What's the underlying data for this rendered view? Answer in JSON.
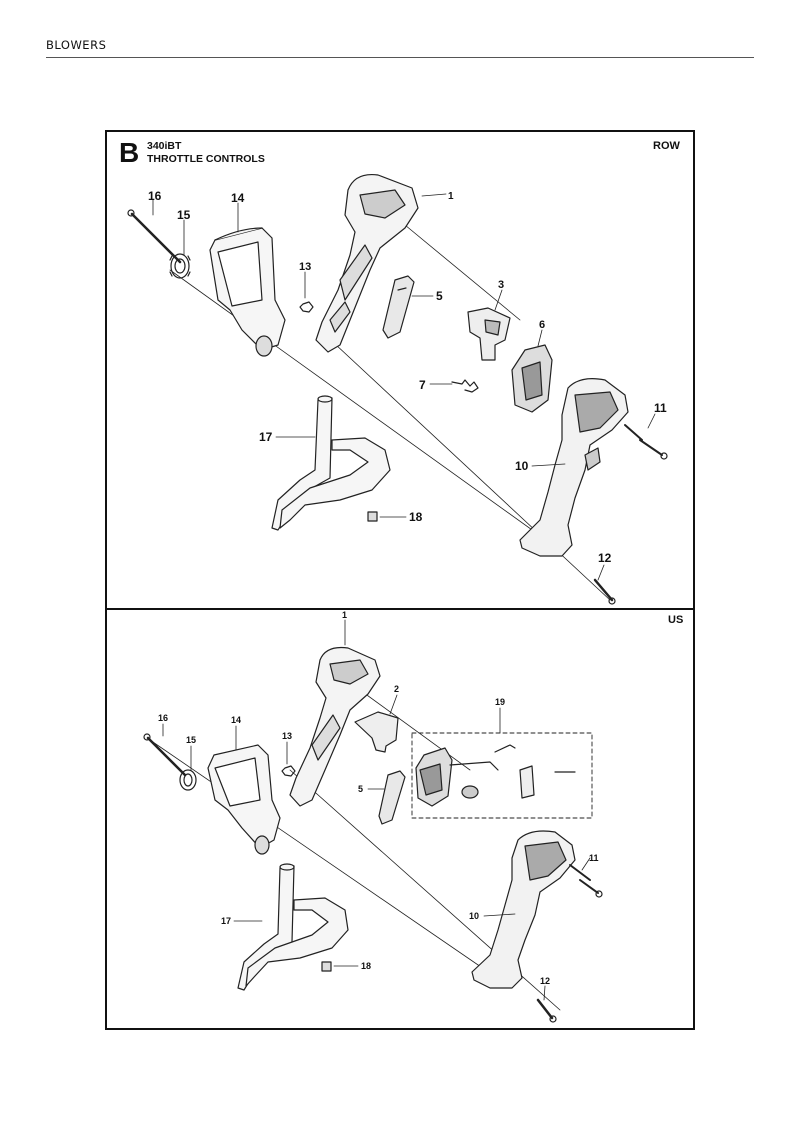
{
  "header": {
    "section": "BLOWERS"
  },
  "diagram": {
    "letter": "B",
    "model": "340iBT",
    "title": "THROTTLE CONTROLS",
    "panels": [
      {
        "region": "ROW",
        "callouts": [
          "16",
          "15",
          "14",
          "1",
          "13",
          "5",
          "3",
          "6",
          "7",
          "11",
          "17",
          "10",
          "18",
          "12"
        ]
      },
      {
        "region": "US",
        "callouts": [
          "1",
          "2",
          "19",
          "16",
          "14",
          "13",
          "15",
          "5",
          "11",
          "10",
          "17",
          "18",
          "12"
        ]
      }
    ]
  }
}
